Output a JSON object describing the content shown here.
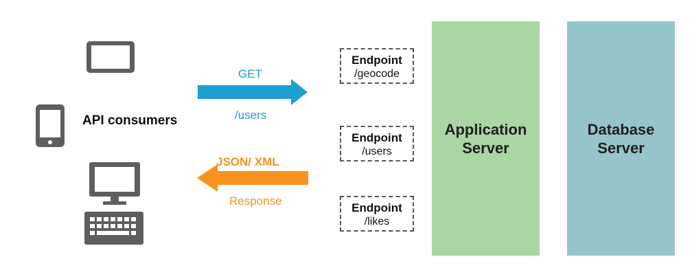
{
  "consumers": {
    "label": "API consumers"
  },
  "request": {
    "method": "GET",
    "path": "/users",
    "color": "#1d9fd0"
  },
  "response": {
    "format": "JSON/ XML",
    "label": "Response",
    "color": "#f7931e"
  },
  "endpoints": [
    {
      "title": "Endpoint",
      "path": "/geocode"
    },
    {
      "title": "Endpoint",
      "path": "/users"
    },
    {
      "title": "Endpoint",
      "path": "/likes"
    }
  ],
  "servers": {
    "application": {
      "line1": "Application",
      "line2": "Server",
      "color": "#a9d6a2"
    },
    "database": {
      "line1": "Database",
      "line2": "Server",
      "color": "#95c5c9"
    }
  },
  "icons": [
    "tablet-icon",
    "phone-icon",
    "desktop-monitor-icon",
    "keyboard-icon",
    "right-arrow-icon",
    "left-arrow-icon"
  ]
}
